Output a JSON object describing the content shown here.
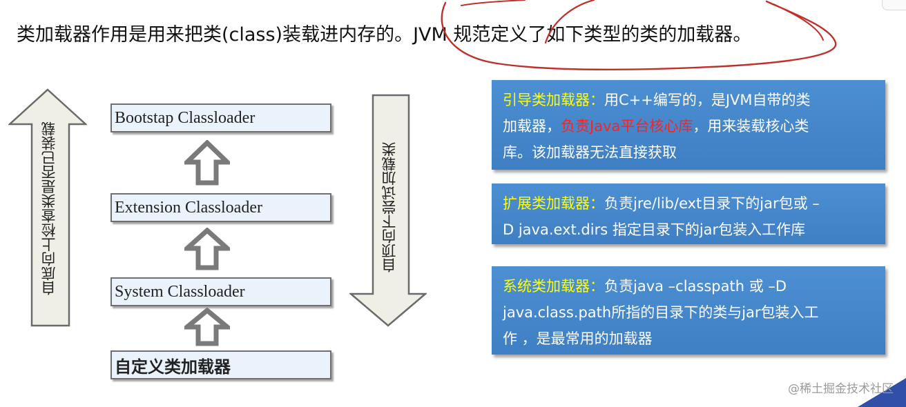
{
  "heading": "类加载器作用是用来把类(class)装载进内存的。JVM 规范定义了如下类型的类的加载器。",
  "left_arrow_label": "自底向上检查类是否已装载",
  "right_arrow_label": "自顶向下尝试加载类",
  "loaders": [
    "Bootstap Classloader",
    "Extension Classloader",
    "System Classloader",
    "自定义类加载器"
  ],
  "descriptions": [
    {
      "name": "引导类加载器：",
      "line1_rest": "用C++编写的，是JVM自带的类",
      "line2_pre": "加载器，",
      "line2_red": "负责Java平台核心库",
      "line2_post": "，用来装载核心类",
      "line3": "库。该加载器无法直接获取"
    },
    {
      "name": "扩展类加载器：",
      "line1_rest": "负责jre/lib/ext目录下的jar包或 –",
      "line2": "D java.ext.dirs 指定目录下的jar包装入工作库"
    },
    {
      "name": "系统类加载器：",
      "line1_rest": "负责java –classpath 或 –D",
      "line2": "java.class.path所指的目录下的类与jar包装入工",
      "line3": "作 ，是最常用的加载器"
    }
  ],
  "watermark": "@稀土掘金技术社区",
  "colors": {
    "box_blue": "#4a8ad0",
    "name_yellow": "#ffff00",
    "highlight_red": "#ff2020",
    "pen_red": "#c0302a",
    "arrow_gray": "#efefe6"
  }
}
